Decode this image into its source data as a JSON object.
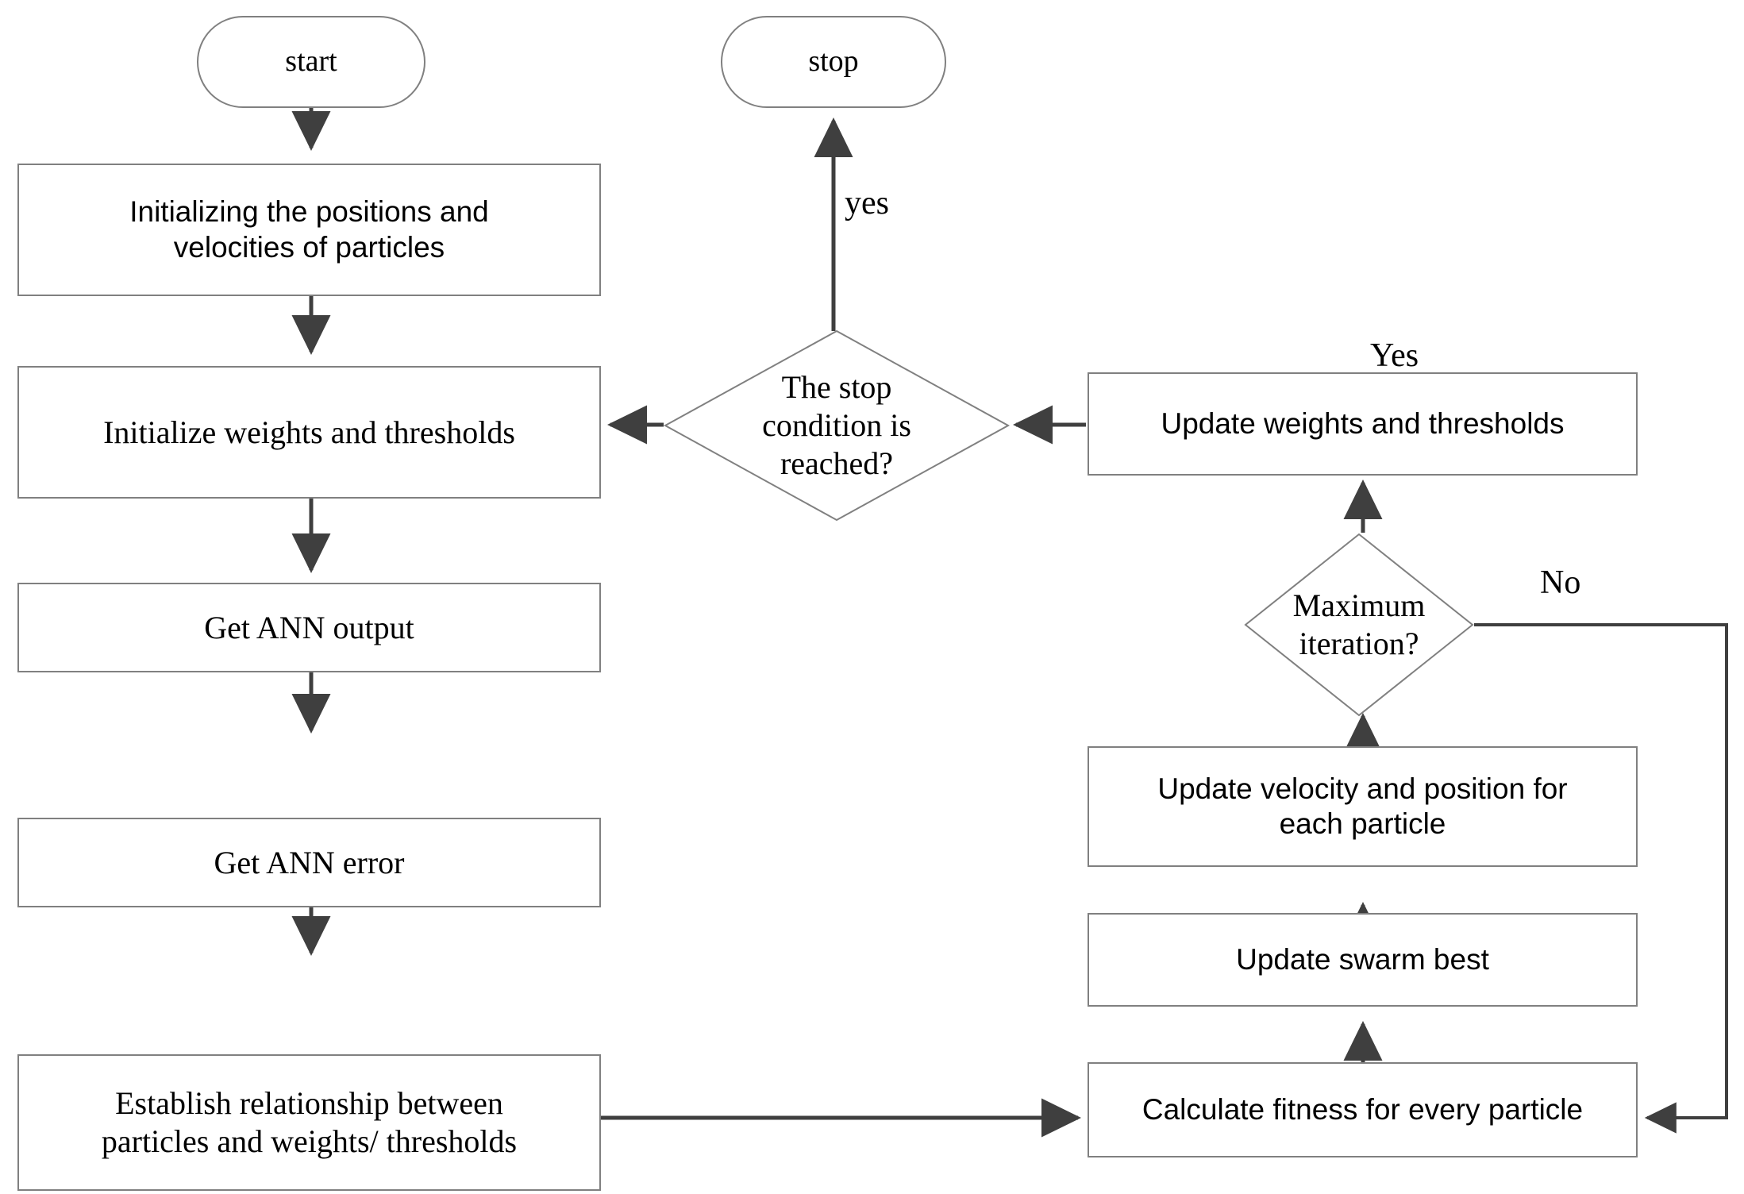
{
  "diagram": {
    "type": "flowchart",
    "title_text": "",
    "colors": {
      "stroke": "#808080",
      "arrow": "#3f3f3f",
      "text": "#000000",
      "background": "#ffffff"
    },
    "terminals": [
      {
        "id": "start",
        "label": "start"
      },
      {
        "id": "stop",
        "label": "stop"
      }
    ],
    "processes": [
      {
        "id": "init-particles",
        "label": "Initializing the positions and\nvelocities of particles"
      },
      {
        "id": "init-weights",
        "label": "Initialize weights and thresholds"
      },
      {
        "id": "get-output",
        "label": "Get ANN output"
      },
      {
        "id": "get-error",
        "label": "Get ANN error"
      },
      {
        "id": "establish-relationship",
        "label": "Establish relationship between\nparticles and  weights/ thresholds"
      },
      {
        "id": "update-weights",
        "label": "Update weights and thresholds"
      },
      {
        "id": "update-velocity",
        "label": "Update  velocity and position for\neach particle"
      },
      {
        "id": "update-swarm-best",
        "label": "Update swarm best"
      },
      {
        "id": "calculate-fitness",
        "label": "Calculate fitness for every particle"
      }
    ],
    "decisions": [
      {
        "id": "stop-condition",
        "label": "The stop\ncondition is\nreached?"
      },
      {
        "id": "max-iteration",
        "label": "Maximum\niteration?"
      }
    ],
    "edge_labels": [
      {
        "id": "yes-stop",
        "label": "yes"
      },
      {
        "id": "yes-max-iteration",
        "label": "Yes"
      },
      {
        "id": "no-max-iteration",
        "label": "No"
      }
    ]
  }
}
